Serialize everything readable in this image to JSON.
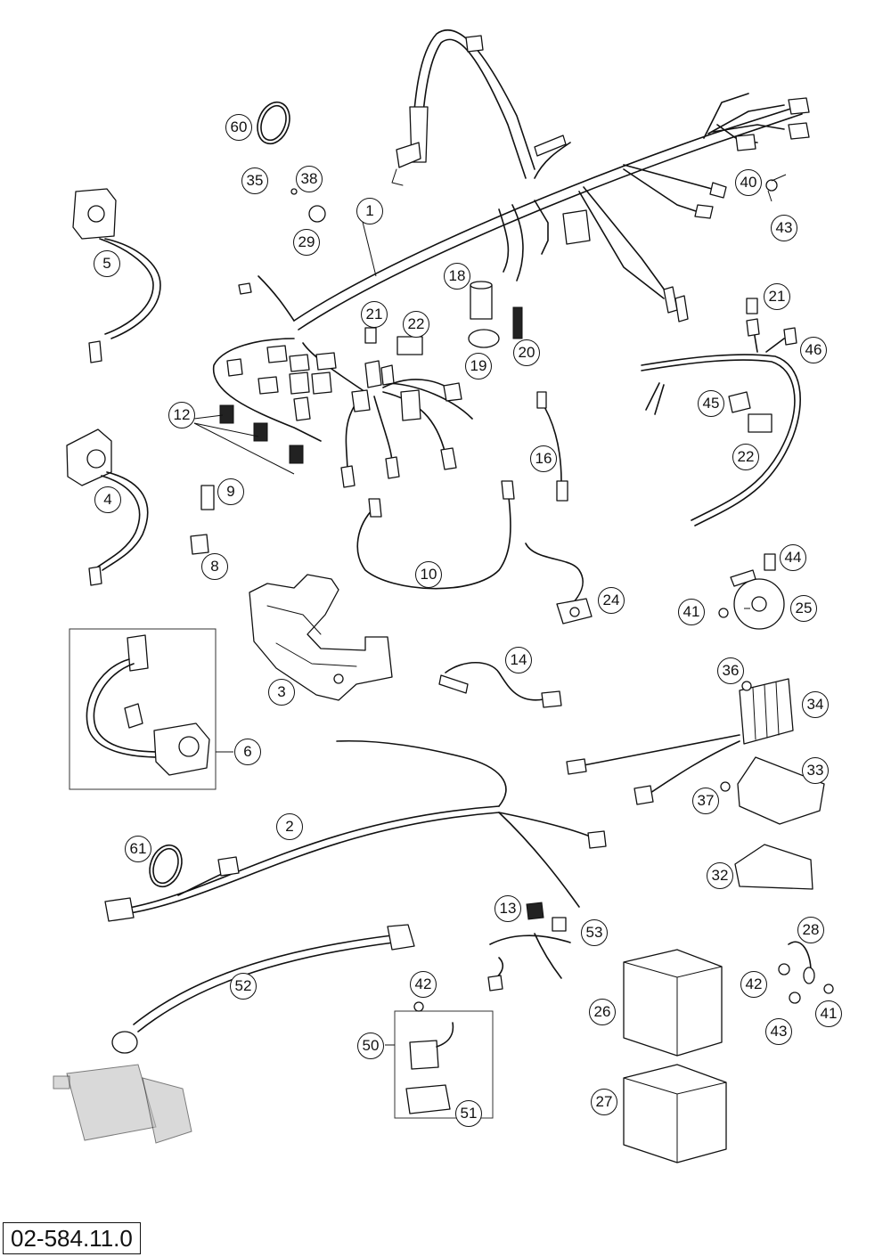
{
  "document_number": "02-584.11.0",
  "callouts": [
    "1",
    "2",
    "3",
    "4",
    "5",
    "6",
    "8",
    "9",
    "10",
    "12",
    "13",
    "14",
    "16",
    "18",
    "19",
    "20",
    "21",
    "21",
    "22",
    "22",
    "24",
    "25",
    "26",
    "27",
    "28",
    "29",
    "32",
    "33",
    "34",
    "35",
    "36",
    "37",
    "38",
    "40",
    "41",
    "41",
    "42",
    "42",
    "43",
    "43",
    "44",
    "45",
    "46",
    "50",
    "51",
    "52",
    "53",
    "60",
    "61"
  ]
}
